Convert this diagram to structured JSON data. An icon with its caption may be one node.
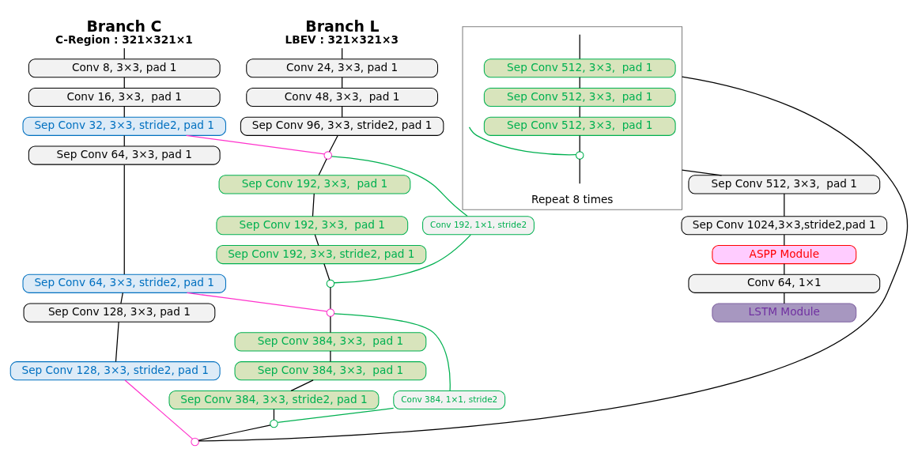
{
  "diagram": {
    "nodes": [
      {
        "text": [
          "Branch C",
          "C-Region : 321×321×1"
        ]
      },
      {
        "text": [
          "Conv 8, 3×3, pad 1"
        ]
      },
      {
        "text": [
          "Conv 16, 3×3,  pad 1"
        ]
      },
      {
        "text": [
          "Sep Conv 32, 3×3, stride2, pad 1"
        ]
      },
      {
        "text": [
          "Sep Conv 64, 3×3, pad 1"
        ]
      },
      {
        "text": [
          "Sep Conv 64, 3×3, stride2, pad 1"
        ]
      },
      {
        "text": [
          "Sep Conv 128, 3×3, pad 1"
        ]
      },
      {
        "text": [
          "Sep Conv 128, 3×3, stride2, pad 1"
        ]
      },
      {
        "text": [
          "Branch L",
          "LBEV : 321×321×3"
        ]
      },
      {
        "text": [
          "Conv 24, 3×3, pad 1"
        ]
      },
      {
        "text": [
          "Conv 48, 3×3,  pad 1"
        ]
      },
      {
        "text": [
          "Sep Conv 96, 3×3, stride2, pad 1"
        ]
      },
      {
        "text": [],
        "shape": "circle"
      },
      {
        "text": [
          "Sep Conv 192, 3×3,  pad 1"
        ]
      },
      {
        "text": [
          "Conv 192, 1×1, stride2"
        ]
      },
      {
        "text": [
          "Sep Conv 192, 3×3,  pad 1"
        ]
      },
      {
        "text": [
          "Sep Conv 192, 3×3, stride2, pad 1"
        ]
      },
      {
        "text": [],
        "shape": "circle"
      },
      {
        "text": [],
        "shape": "circle"
      },
      {
        "text": [
          "Sep Conv 384, 3×3,  pad 1"
        ]
      },
      {
        "text": [
          "Conv 384, 1×1, stride2"
        ]
      },
      {
        "text": [
          "Sep Conv 384, 3×3,  pad 1"
        ]
      },
      {
        "text": [
          "Sep Conv 384, 3×3, stride2, pad 1"
        ]
      },
      {
        "text": [],
        "shape": "circle"
      },
      {
        "text": [],
        "shape": "circle"
      },
      {
        "text": [
          "Repeat 8 times"
        ]
      },
      {
        "text": [
          "Sep Conv 512, 3×3,  pad 1"
        ],
        "in": 25
      },
      {
        "text": [
          "Sep Conv 512, 3×3,  pad 1"
        ],
        "in": 25
      },
      {
        "text": [
          "Sep Conv 512, 3×3,  pad 1"
        ],
        "in": 25
      },
      {
        "text": [],
        "shape": "circle",
        "in": 25
      },
      {
        "text": [
          "Sep Conv 512, 3×3,  pad 1"
        ]
      },
      {
        "text": [
          "Sep Conv 1024,3×3,stride2,pad 1"
        ]
      },
      {
        "text": [
          "ASPP Module"
        ]
      },
      {
        "text": [
          "Conv 64, 1×1"
        ]
      },
      {
        "text": [
          "LSTM Module"
        ]
      }
    ],
    "edges": [
      {
        "from": 0,
        "to": 1,
        "arrow": "none"
      },
      {
        "from": 1,
        "to": 2,
        "arrow": "none"
      },
      {
        "from": 2,
        "to": 3,
        "arrow": "none"
      },
      {
        "from": 3,
        "to": 4,
        "arrow": "none"
      },
      {
        "from": 4,
        "to": 5,
        "arrow": "none"
      },
      {
        "from": 5,
        "to": 6,
        "arrow": "none"
      },
      {
        "from": 6,
        "to": 7,
        "arrow": "none"
      },
      {
        "from": 8,
        "to": 9,
        "arrow": "none"
      },
      {
        "from": 9,
        "to": 10,
        "arrow": "none"
      },
      {
        "from": 10,
        "to": 11,
        "arrow": "none"
      },
      {
        "from": 11,
        "to": 12,
        "arrow": "none"
      },
      {
        "from": 3,
        "to": 12,
        "arrow": "none",
        "color": "#ff33cc"
      },
      {
        "from": 12,
        "to": 13,
        "arrow": "none"
      },
      {
        "from": 12,
        "to": 14,
        "arrow": "none",
        "color": "#00b050"
      },
      {
        "from": 13,
        "to": 15,
        "arrow": "none"
      },
      {
        "from": 15,
        "to": 16,
        "arrow": "none"
      },
      {
        "from": 16,
        "to": 17,
        "arrow": "none"
      },
      {
        "from": 14,
        "to": 17,
        "arrow": "none",
        "color": "#00b050"
      },
      {
        "from": 17,
        "to": 18,
        "arrow": "none"
      },
      {
        "from": 5,
        "to": 18,
        "arrow": "none",
        "color": "#ff33cc"
      },
      {
        "from": 18,
        "to": 19,
        "arrow": "none"
      },
      {
        "from": 18,
        "to": 20,
        "arrow": "none",
        "color": "#00b050"
      },
      {
        "from": 19,
        "to": 21,
        "arrow": "none"
      },
      {
        "from": 21,
        "to": 22,
        "arrow": "none"
      },
      {
        "from": 22,
        "to": 23,
        "arrow": "none"
      },
      {
        "from": 20,
        "to": 23,
        "arrow": "none",
        "color": "#00b050"
      },
      {
        "from": 23,
        "to": 24,
        "arrow": "none"
      },
      {
        "from": 7,
        "to": 24,
        "arrow": "none",
        "color": "#ff33cc"
      },
      {
        "from": 24,
        "to": 25,
        "arrow": "none"
      },
      {
        "from": null,
        "to": 26,
        "arrow": "none"
      },
      {
        "from": null,
        "to": 29,
        "arrow": "none",
        "color": "#00b050"
      },
      {
        "from": 26,
        "to": 27,
        "arrow": "none"
      },
      {
        "from": 27,
        "to": 28,
        "arrow": "none"
      },
      {
        "from": 28,
        "to": 29,
        "arrow": "none"
      },
      {
        "from": 29,
        "to": null,
        "arrow": "none"
      },
      {
        "from": 25,
        "to": 30,
        "arrow": "none"
      },
      {
        "from": 30,
        "to": 31,
        "arrow": "none"
      },
      {
        "from": 31,
        "to": 32,
        "arrow": "none"
      },
      {
        "from": 32,
        "to": 33,
        "arrow": "none"
      },
      {
        "from": 33,
        "to": 34,
        "arrow": "none"
      }
    ]
  }
}
